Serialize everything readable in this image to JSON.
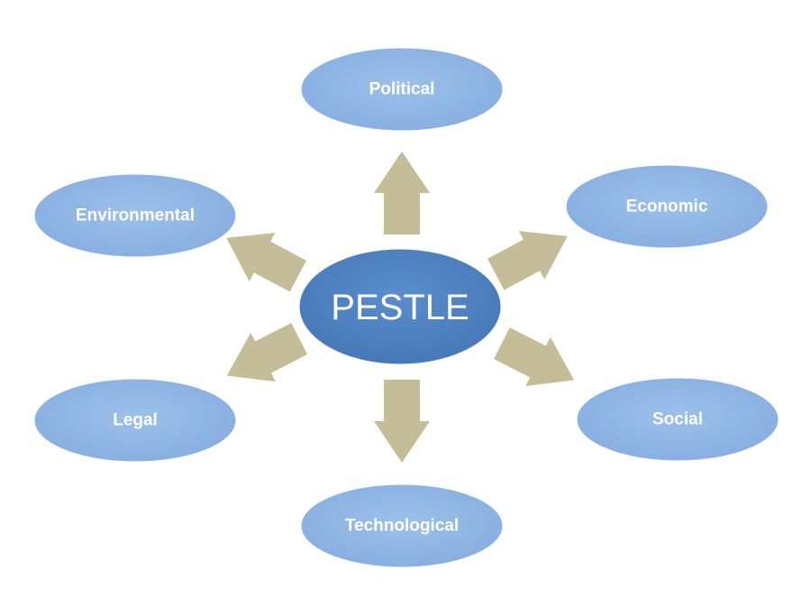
{
  "diagram": {
    "center": {
      "label": "PESTLE"
    },
    "nodes": [
      {
        "key": "political",
        "label": "Political"
      },
      {
        "key": "economic",
        "label": "Economic"
      },
      {
        "key": "social",
        "label": "Social"
      },
      {
        "key": "technological",
        "label": "Technological"
      },
      {
        "key": "legal",
        "label": "Legal"
      },
      {
        "key": "environmental",
        "label": "Environmental"
      }
    ]
  },
  "colors": {
    "center_fill": "#4f81bd",
    "node_fill": "#8eb4e3",
    "arrow_fill": "#c4bd97",
    "text": "#ffffff"
  }
}
